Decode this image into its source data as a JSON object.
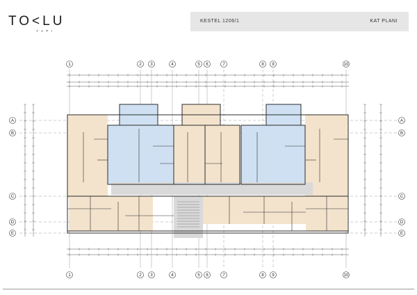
{
  "brand": {
    "name": "TO<LU",
    "tagline": "Y A P I"
  },
  "sheet": {
    "project": "KESTEL 1206/1",
    "drawing": "KAT PLANI"
  },
  "grid_columns": [
    "1",
    "2",
    "3",
    "4",
    "5",
    "6",
    "7",
    "8",
    "9",
    "10"
  ],
  "grid_rows": [
    "A",
    "B",
    "C",
    "D",
    "E"
  ],
  "colors": {
    "beige_unit": "#f3e3cc",
    "blue_unit": "#cfe0f2",
    "corridor": "#d9d9d9",
    "lines": "#2b2b2b",
    "frame": "#9a9a9a",
    "titlebar": "#e6e6e6"
  }
}
